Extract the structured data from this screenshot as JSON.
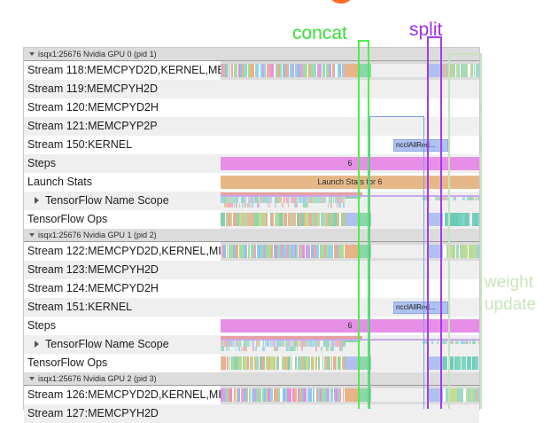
{
  "annotations": {
    "concat": "concat",
    "split": "split",
    "nccl": "nccl",
    "weight_update_line1": "weight",
    "weight_update_line2": "update",
    "colors": {
      "concat": "#4df04d",
      "split": "#a43ce8",
      "nccl": "#5b87d6",
      "weight_update": "#c8e5bd",
      "orange_blob": "#ff6a1f"
    }
  },
  "trace": {
    "groups": [
      {
        "header": "isqx1:25676 Nvidia GPU 0 (pid 1)",
        "expanded_icon": "chevron-down-icon",
        "rows": [
          {
            "label": "Stream 118:MEMCPYD2D,KERNEL,ME",
            "kind": "dense-stream"
          },
          {
            "label": "Stream 119:MEMCPYH2D",
            "kind": "empty"
          },
          {
            "label": "Stream 120:MEMCPYD2H",
            "kind": "empty"
          },
          {
            "label": "Stream 121:MEMCPYP2P",
            "kind": "empty"
          },
          {
            "label": "Stream 150:KERNEL",
            "kind": "nccl",
            "bar_label": "ncclAllRed..."
          },
          {
            "label": "Steps",
            "kind": "steps",
            "bar_label": "6"
          },
          {
            "label": "Launch Stats",
            "kind": "launch",
            "bar_label": "Launch Stats for 6"
          },
          {
            "label": "TensorFlow Name Scope",
            "kind": "namescope",
            "indent": true,
            "expanded_icon": "chevron-right-icon"
          },
          {
            "label": "TensorFlow Ops",
            "kind": "ops"
          }
        ]
      },
      {
        "header": "isqx1:25676 Nvidia GPU 1 (pid 2)",
        "expanded_icon": "chevron-down-icon",
        "rows": [
          {
            "label": "Stream 122:MEMCPYD2D,KERNEL,MI",
            "kind": "dense-stream"
          },
          {
            "label": "Stream 123:MEMCPYH2D",
            "kind": "empty"
          },
          {
            "label": "Stream 124:MEMCPYD2H",
            "kind": "empty"
          },
          {
            "label": "Stream 151:KERNEL",
            "kind": "nccl",
            "bar_label": "ncclAllRed..."
          },
          {
            "label": "Steps",
            "kind": "steps",
            "bar_label": "6"
          },
          {
            "label": "TensorFlow Name Scope",
            "kind": "namescope",
            "indent": true,
            "expanded_icon": "chevron-right-icon"
          },
          {
            "label": "TensorFlow Ops",
            "kind": "ops"
          }
        ]
      },
      {
        "header": "isqx1:25676 Nvidia GPU 2 (pid 3)",
        "expanded_icon": "chevron-down-icon",
        "rows": [
          {
            "label": "Stream 126:MEMCPYD2D,KERNEL,MI",
            "kind": "dense-stream"
          },
          {
            "label": "Stream 127:MEMCPYH2D",
            "kind": "empty"
          }
        ]
      }
    ]
  }
}
